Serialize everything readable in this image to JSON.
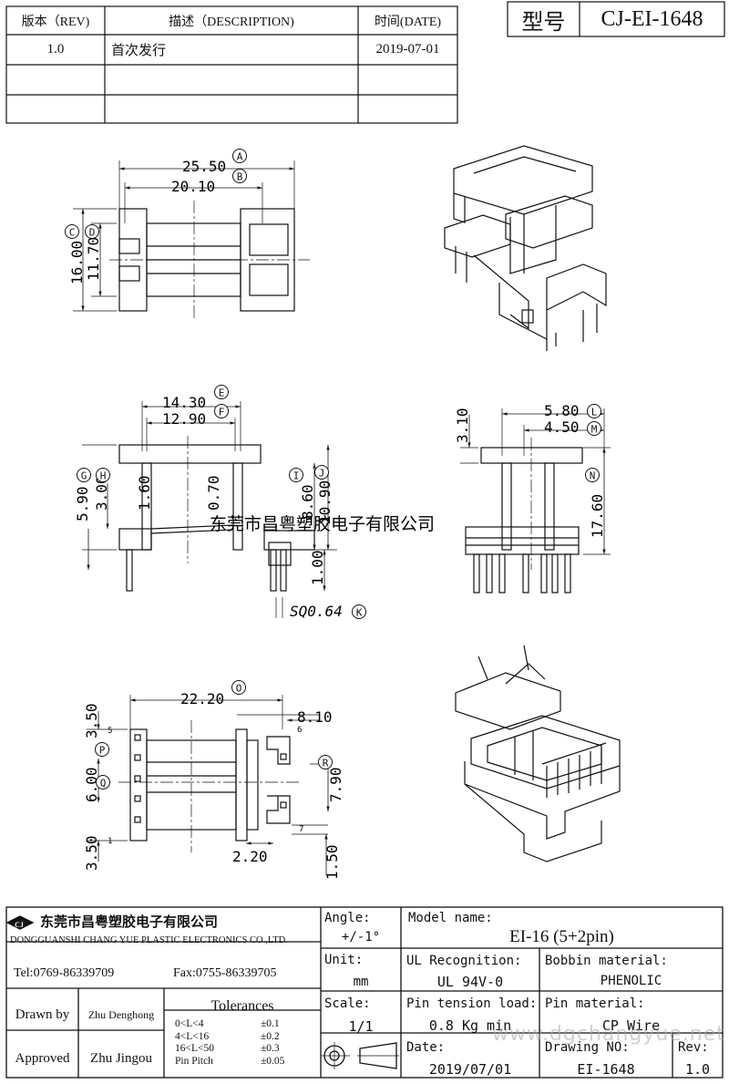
{
  "revision_table": {
    "headers": {
      "rev": "版本（REV)",
      "desc": "描述（DESCRIPTION)",
      "date": "时间(DATE)"
    },
    "rows": [
      {
        "rev": "1.0",
        "desc": "首次发行",
        "date": "2019-07-01"
      },
      {
        "rev": "",
        "desc": "",
        "date": ""
      },
      {
        "rev": "",
        "desc": "",
        "date": ""
      }
    ]
  },
  "model_box": {
    "label": "型号",
    "value": "CJ-EI-1648"
  },
  "dimensions": {
    "A": "25.50",
    "B": "20.10",
    "C": "16.00",
    "D": "11.70",
    "E": "14.30",
    "F": "12.90",
    "G": "5.90",
    "H": "3.00",
    "I": "8.60",
    "J": "10.90",
    "K": "SQ0.64",
    "L": "5.80",
    "M": "4.50",
    "N": "17.60",
    "O": "22.20",
    "P": "3.50",
    "Q": "6.00",
    "R": "7.90",
    "misc": {
      "side_top": "3.10",
      "mid_160": "1.60",
      "mid_070": "0.70",
      "pin_100": "1.00",
      "bottom_810": "8.10",
      "bottom_350a": "3.50",
      "bottom_350b": "3.50",
      "bottom_220": "2.20",
      "bottom_150": "1.50",
      "pin_5": "5",
      "pin_6": "6",
      "pin_1": "1",
      "pin_7": "7"
    },
    "circle_letters": [
      "A",
      "B",
      "C",
      "D",
      "E",
      "F",
      "G",
      "H",
      "I",
      "J",
      "K",
      "L",
      "M",
      "N",
      "O",
      "P",
      "Q",
      "R"
    ]
  },
  "watermark": "东莞市昌粤塑胶电子有限公司",
  "url_watermark": "www.dgchangyue.net",
  "title_block": {
    "company_logo": "CJ",
    "company_cn": "东莞市昌粤塑胶电子有限公司",
    "company_en": "DONGGUANSHI CHANG YUE PLASTIC ELECTRONICS CO.,LTD.",
    "tel": "Tel:0769-86339709",
    "fax": "Fax:0755-86339705",
    "drawn_by_label": "Drawn by",
    "drawn_by": "Zhu Denghong",
    "approved_label": "Approved",
    "approved_by": "Zhu Jingou",
    "tolerances_label": "Tolerances",
    "tolerances": [
      {
        "range": "0<L<4",
        "tol": "±0.1"
      },
      {
        "range": "4<L<16",
        "tol": "±0.2"
      },
      {
        "range": "16<L<50",
        "tol": "±0.3"
      },
      {
        "range": "Pin Pitch",
        "tol": "±0.05"
      }
    ],
    "angle_label": "Angle:",
    "angle_value": "+/-1°",
    "unit_label": "Unit:",
    "unit_value": "mm",
    "scale_label": "Scale:",
    "scale_value": "1/1",
    "model_name_label": "Model name:",
    "model_name_value": "EI-16 (5+2pin)",
    "ul_label": "UL Recognition:",
    "ul_value": "UL 94V-0",
    "bobbin_label": "Bobbin material:",
    "bobbin_value": "PHENOLIC",
    "pin_tension_label": "Pin tension load:",
    "pin_tension_value": "0.8 Kg min",
    "pin_material_label": "Pin material:",
    "pin_material_value": "CP Wire",
    "date_label": "Date:",
    "date_value": "2019/07/01",
    "drawing_no_label": "Drawing NO:",
    "drawing_no_value": "EI-1648",
    "rev_label": "Rev:",
    "rev_value": "1.0"
  }
}
